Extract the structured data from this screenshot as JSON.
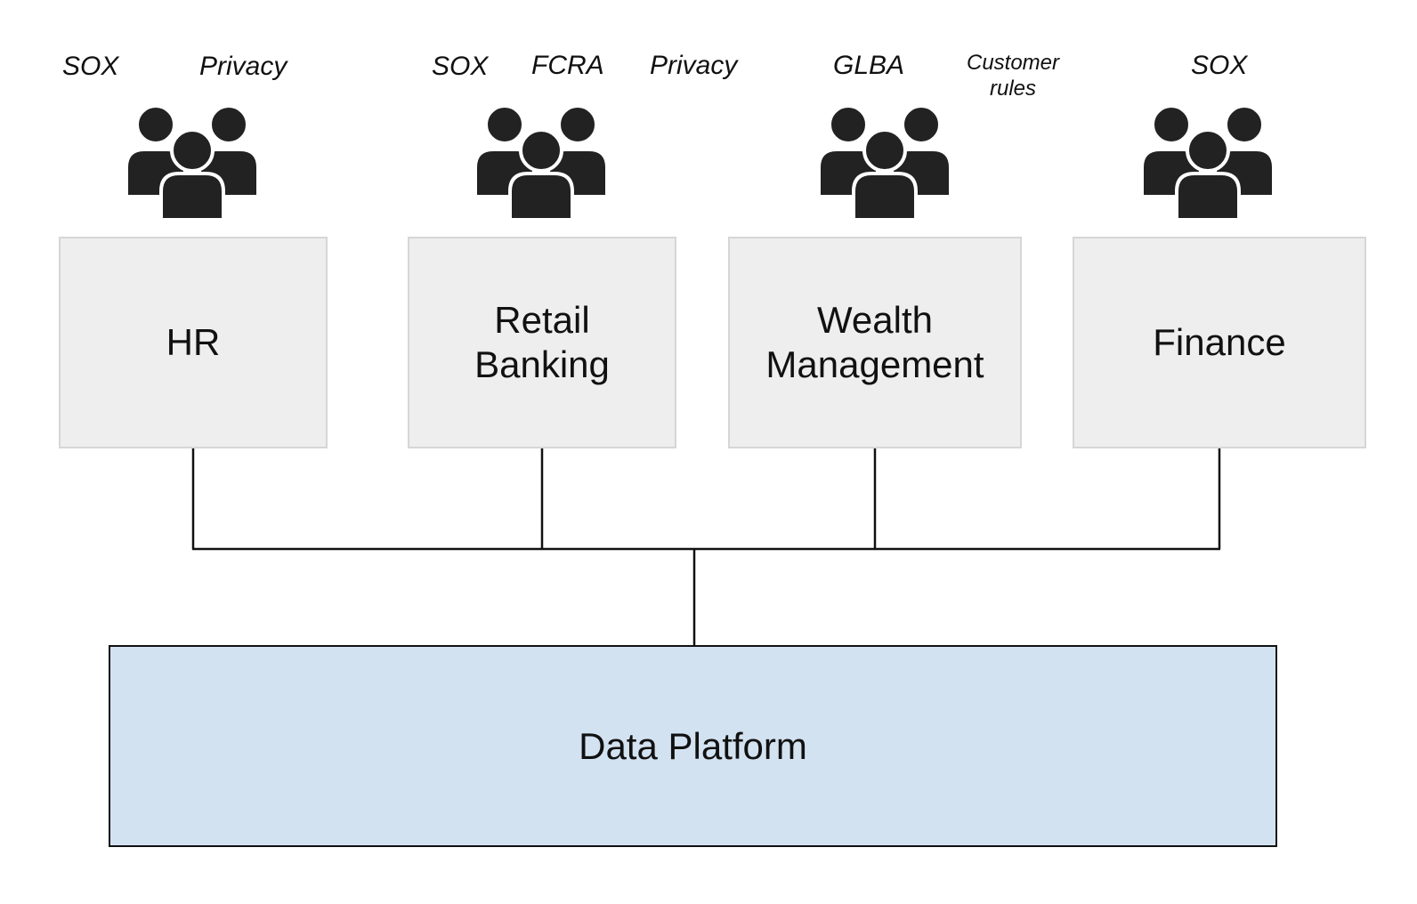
{
  "units": [
    {
      "id": "hr",
      "label": "HR",
      "regulations": [
        "SOX",
        "Privacy"
      ]
    },
    {
      "id": "retail-banking",
      "label": "Retail\nBanking",
      "regulations": [
        "SOX",
        "FCRA",
        "Privacy"
      ]
    },
    {
      "id": "wealth-management",
      "label": "Wealth\nManagement",
      "regulations": [
        "GLBA",
        "Customer rules"
      ]
    },
    {
      "id": "finance",
      "label": "Finance",
      "regulations": [
        "SOX"
      ]
    }
  ],
  "platform": {
    "label": "Data Platform"
  },
  "icons": {
    "team": "people-group-icon"
  },
  "colors": {
    "unit_fill": "#eeeeee",
    "unit_border": "#d6d6d6",
    "platform_fill": "#d3e2f1",
    "line": "#111111",
    "icon": "#222222"
  }
}
